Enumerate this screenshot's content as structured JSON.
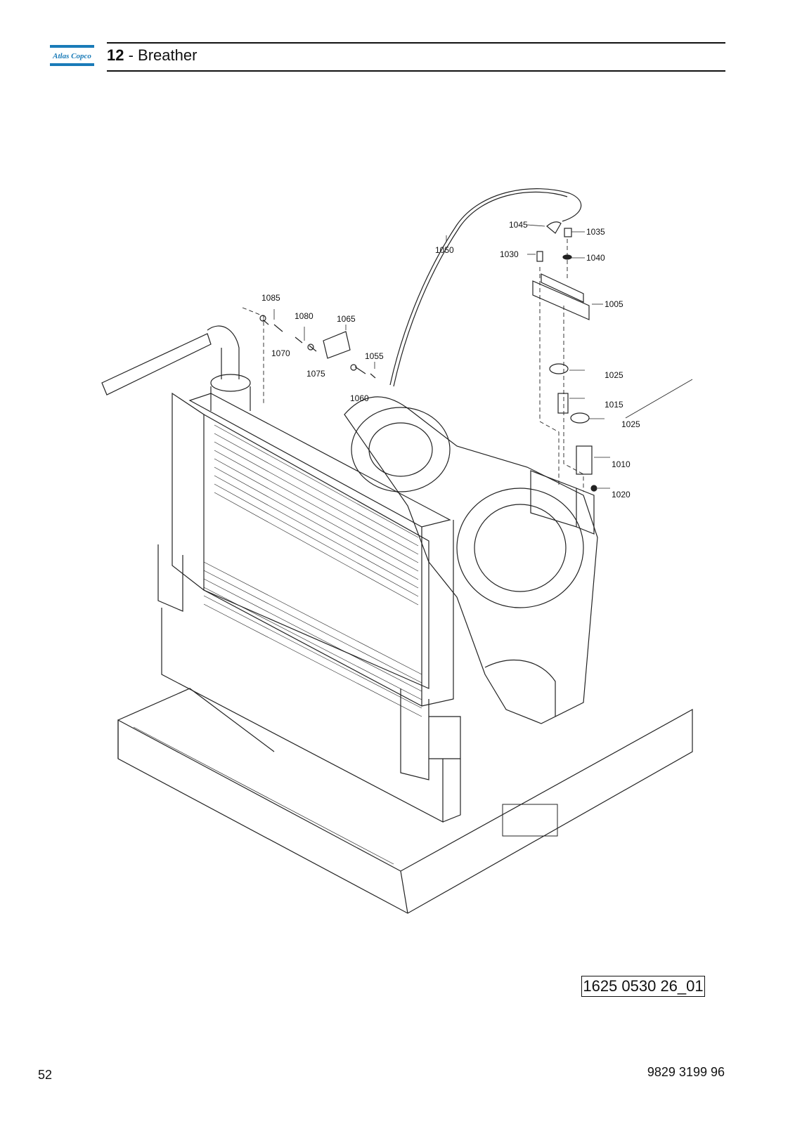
{
  "header": {
    "logo_text": "Atlas Copco",
    "section_number": "12",
    "section_separator": " - ",
    "section_title": "Breather"
  },
  "drawing": {
    "reference": "1625 0530 26_01",
    "callouts": [
      "1005",
      "1010",
      "1015",
      "1020",
      "1025",
      "1025",
      "1030",
      "1035",
      "1040",
      "1045",
      "1050",
      "1055",
      "1060",
      "1065",
      "1070",
      "1075",
      "1080",
      "1085"
    ]
  },
  "footer": {
    "page_number": "52",
    "document_number": "9829 3199 96"
  },
  "colors": {
    "logo_blue": "#1a7bb8",
    "line": "#222222"
  }
}
